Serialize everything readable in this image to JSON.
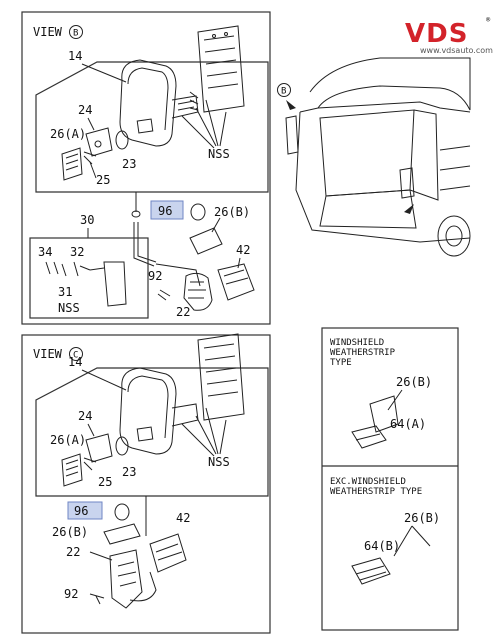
{
  "brand": {
    "logo": "VDS",
    "registered": "®",
    "url": "www.vdsauto.com"
  },
  "colors": {
    "logo": "#d3232a",
    "highlight": "#c9d4ee",
    "highlight_border": "#6f86c4",
    "line": "#222222"
  },
  "view_b": {
    "title": "VIEW",
    "symbol": "B",
    "labels": {
      "p14": "14",
      "p24": "24",
      "p26a": "26(A)",
      "p25": "25",
      "p23": "23",
      "nss_top": "NSS",
      "p96": "96",
      "p26b": "26(B)",
      "p30": "30",
      "p34": "34",
      "p32": "32",
      "p31": "31",
      "nss_bottom": "NSS",
      "p92": "92",
      "p22": "22",
      "p42": "42"
    }
  },
  "truck": {
    "callout_b": "B"
  },
  "view_c": {
    "title": "VIEW",
    "symbol": "C",
    "labels": {
      "p14": "14",
      "p24": "24",
      "p26a": "26(A)",
      "p25": "25",
      "p23": "23",
      "nss": "NSS",
      "p96": "96",
      "p26b": "26(B)",
      "p42": "42",
      "p22": "22",
      "p92": "92"
    }
  },
  "side": {
    "box1": {
      "line1": "WINDSHIELD",
      "line2": "WEATHERSTRIP",
      "line3": "TYPE",
      "p26b": "26(B)",
      "p64a": "64(A)"
    },
    "box2": {
      "line1": "EXC.WINDSHIELD",
      "line2": "WEATHERSTRIP TYPE",
      "p26b": "26(B)",
      "p64b": "64(B)"
    }
  }
}
